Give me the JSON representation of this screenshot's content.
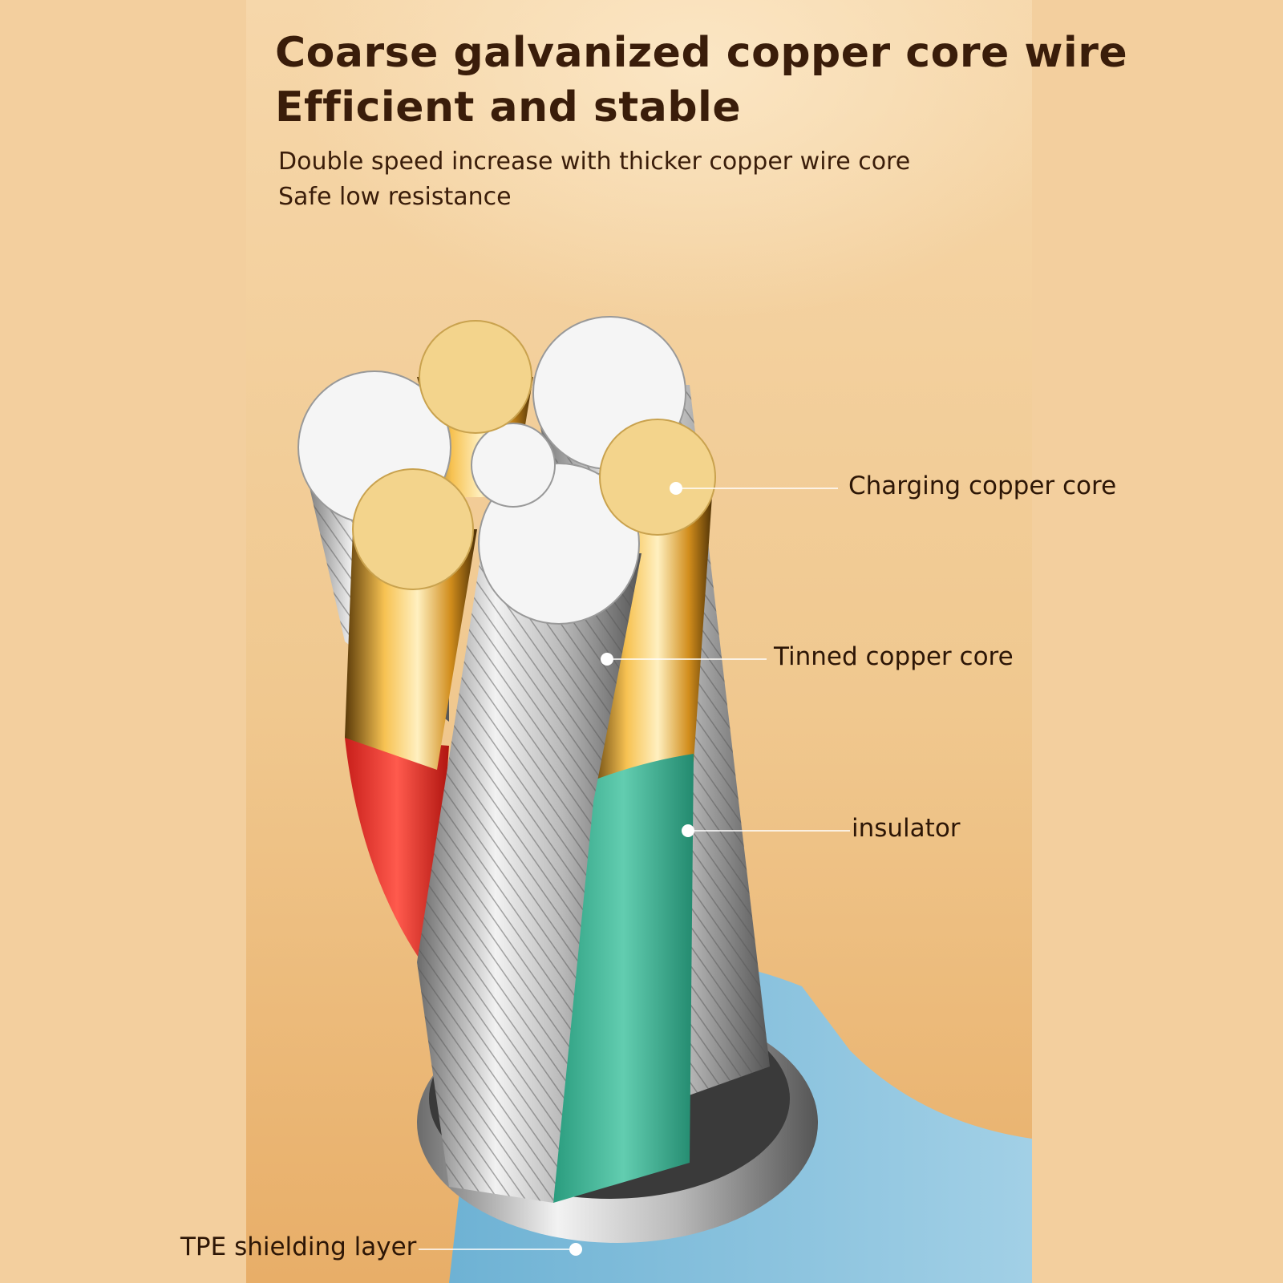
{
  "headline": {
    "line1": "Coarse galvanized copper core wire",
    "line2": "Efficient and stable"
  },
  "subtitle": {
    "line1": "Double speed increase with thicker copper wire core",
    "line2": "Safe low resistance"
  },
  "callouts": {
    "charging": "Charging copper core",
    "tinned": "Tinned copper core",
    "insulator": "insulator",
    "tpe": "TPE shielding layer"
  },
  "colors": {
    "background": "#f3cf9e",
    "text": "#3a1d0a",
    "jacket": "#8cc4de",
    "red": "#e8332e",
    "green": "#3fb99a"
  }
}
